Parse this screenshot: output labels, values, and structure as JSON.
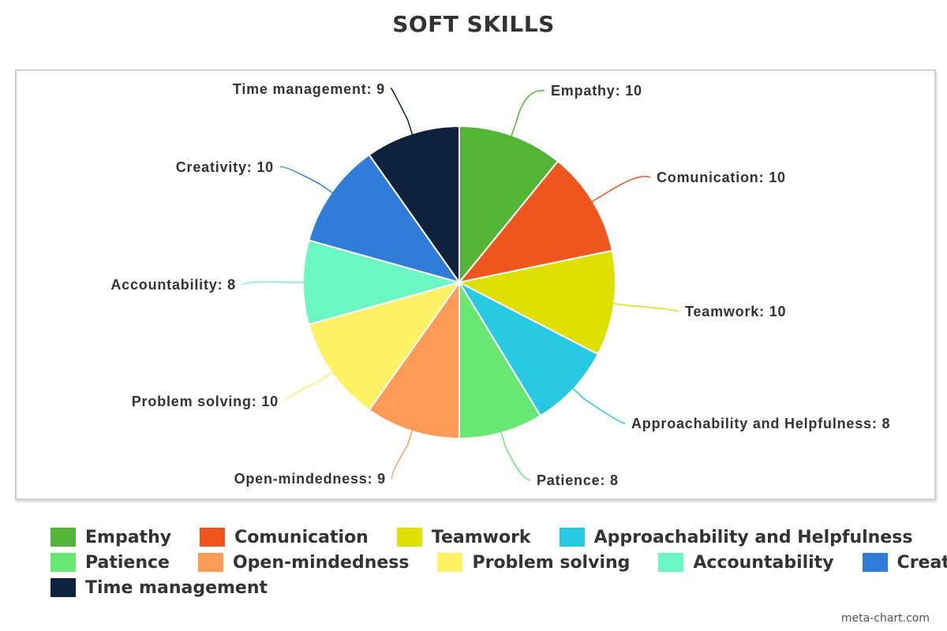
{
  "chart_data": {
    "type": "pie",
    "title": "SOFT SKILLS",
    "categories": [
      "Empathy",
      "Comunication",
      "Teamwork",
      "Approachability and Helpfulness",
      "Patience",
      "Open-mindedness",
      "Problem solving",
      "Accountability",
      "Creativity",
      "Time management"
    ],
    "values": [
      10,
      10,
      10,
      8,
      8,
      9,
      10,
      8,
      10,
      9
    ],
    "slice_labels": [
      "Empathy: 10",
      "Comunication: 10",
      "Teamwork: 10",
      "Approachability and Helpfulness: 8",
      "Patience: 8",
      "Open-mindedness: 9",
      "Problem solving: 10",
      "Accountability: 8",
      "Creativity: 10",
      "Time management: 9"
    ],
    "colors": [
      "#52b536",
      "#ef561e",
      "#dde000",
      "#27c9e3",
      "#66e873",
      "#fe9a58",
      "#fef163",
      "#6bf7c4",
      "#2f7dd8",
      "#0e223d"
    ],
    "start_angle_deg": 0,
    "direction": "clockwise",
    "legend_position": "bottom"
  },
  "watermark": "meta-chart.com"
}
